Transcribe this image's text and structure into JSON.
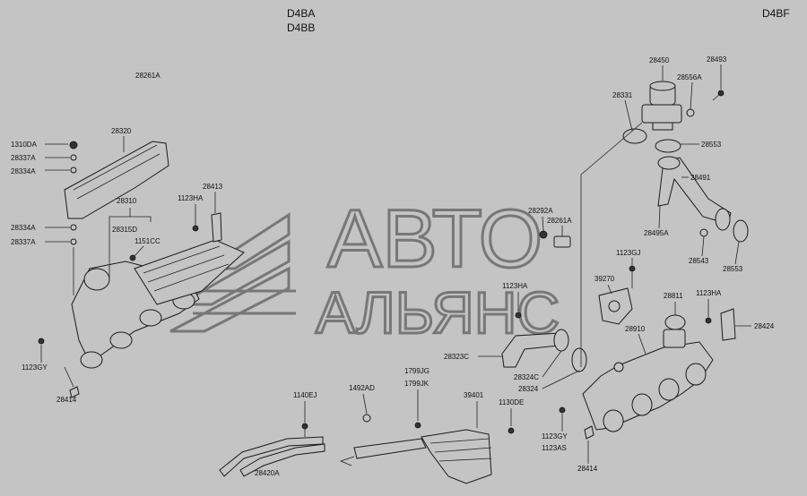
{
  "header": {
    "engine_left_1": "D4BA",
    "engine_left_2": "D4BB",
    "engine_right": "D4BF"
  },
  "watermark": {
    "line1": "АВТО",
    "line2": "АЛЬЯНС"
  },
  "left_assembly": {
    "l_28261A": "28261A",
    "l_28320": "28320",
    "l_1310DA": "1310DA",
    "l_28337A_top": "28337A",
    "l_28334A_top": "28334A",
    "l_28334A_bot": "28334A",
    "l_28337A_bot": "28337A",
    "l_28310": "28310",
    "l_28315D": "28315D",
    "l_1123HA": "1123HA",
    "l_28413": "28413",
    "l_1151CC": "1151CC",
    "l_1123GY": "1123GY",
    "l_28414": "28414"
  },
  "bottom_assembly": {
    "l_1140EJ": "1140EJ",
    "l_28420A": "28420A",
    "l_1492AD": "1492AD",
    "l_1799JG": "1799JG",
    "l_1799JK": "1799JK",
    "l_39401": "39401",
    "l_1130DE": "1130DE"
  },
  "right_assembly": {
    "l_28450": "28450",
    "l_28493": "28493",
    "l_28331": "28331",
    "l_28556A": "28556A",
    "l_28553_top": "28553",
    "l_28491": "28491",
    "l_28292A": "28292A",
    "l_28261A": "28261A",
    "l_28495A": "28495A",
    "l_28543": "28543",
    "l_28553_bot": "28553",
    "l_1123GJ": "1123GJ",
    "l_39270": "39270",
    "l_1123HA_mid": "1123HA",
    "l_28811": "28811",
    "l_1123HA_right": "1123HA",
    "l_28424": "28424",
    "l_28910": "28910",
    "l_28323C": "28323C",
    "l_28324C": "28324C",
    "l_28324": "28324",
    "l_1123GY": "1123GY",
    "l_1123AS": "1123AS",
    "l_28414": "28414"
  }
}
